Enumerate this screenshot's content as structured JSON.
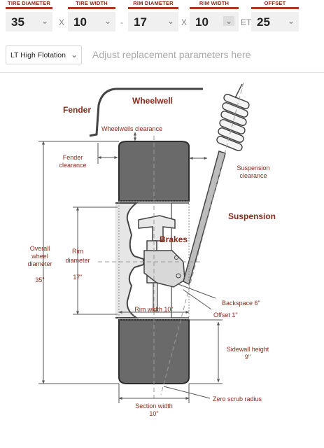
{
  "params": [
    {
      "label": "TIRE DIAMETER",
      "value": "35"
    },
    {
      "label": "TIRE WIDTH",
      "value": "10"
    },
    {
      "label": "RIM DIAMETER",
      "value": "17"
    },
    {
      "label": "RIM WIDTH",
      "value": "10"
    },
    {
      "label": "OFFSET",
      "value": "25"
    }
  ],
  "separators": [
    "X",
    "-",
    "X",
    "ET"
  ],
  "flotation": {
    "label": "LT High Flotation"
  },
  "hint": "Adjust replacement parameters here",
  "diagram": {
    "fender": "Fender",
    "wheelwell": "Wheelwell",
    "wheelwells_clearance": "Wheelwells clearance",
    "fender_clearance_1": "Fender",
    "fender_clearance_2": "clearance",
    "suspension_clearance_1": "Suspension",
    "suspension_clearance_2": "clearance",
    "suspension": "Suspension",
    "brakes": "Brakes",
    "overall_1": "Overall",
    "overall_2": "wheel",
    "overall_3": "diameter",
    "overall_value": "35\"",
    "rim_diameter_1": "Rim",
    "rim_diameter_2": "diameter",
    "rim_diameter_value": "17\"",
    "rim_width": "Rim width 10\"",
    "backspace": "Backspace 6\"",
    "offset": "Offset 1\"",
    "sidewall_1": "Sidewall height",
    "sidewall_2": "9\"",
    "zero_scrub": "Zero scrub radius",
    "section_width_1": "Section width",
    "section_width_2": "10\""
  }
}
